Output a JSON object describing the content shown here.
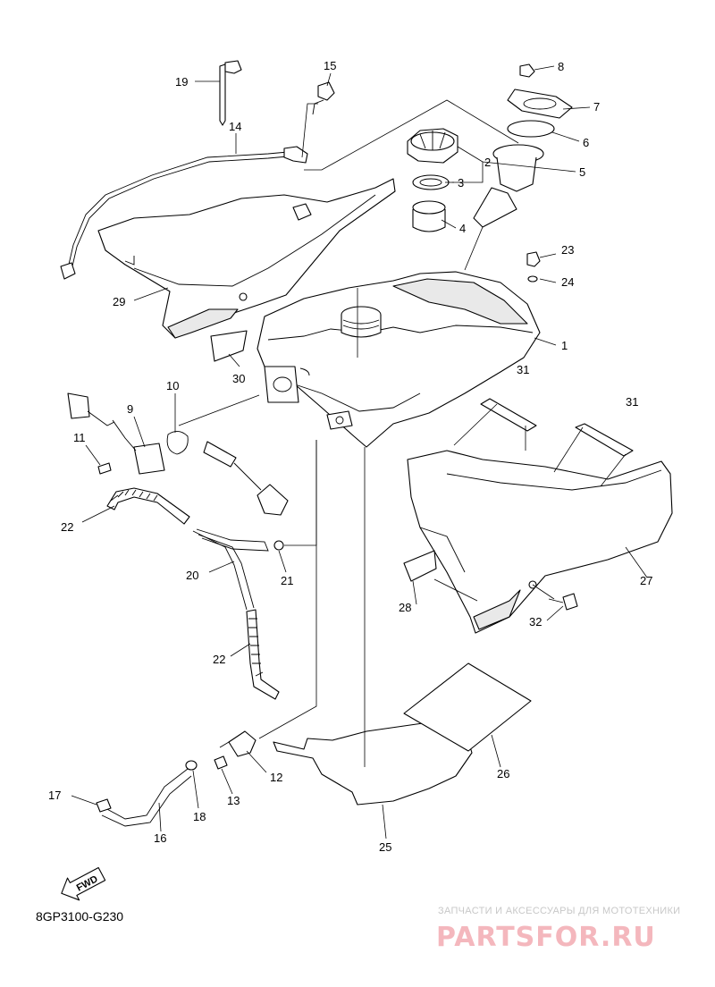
{
  "diagram_code": "8GP3100-G230",
  "fwd_label": "FWD",
  "watermark": {
    "tagline": "ЗАПЧАСТИ И АКСЕССУАРЫ ДЛЯ МОТОТЕХНИКИ",
    "brand": "PARTSFOR.RU"
  },
  "callouts": [
    "1",
    "2",
    "3",
    "4",
    "5",
    "6",
    "7",
    "8",
    "9",
    "10",
    "11",
    "12",
    "13",
    "14",
    "15",
    "16",
    "17",
    "18",
    "19",
    "20",
    "21",
    "22",
    "22",
    "23",
    "24",
    "25",
    "26",
    "27",
    "28",
    "29",
    "30",
    "31",
    "31",
    "32"
  ]
}
